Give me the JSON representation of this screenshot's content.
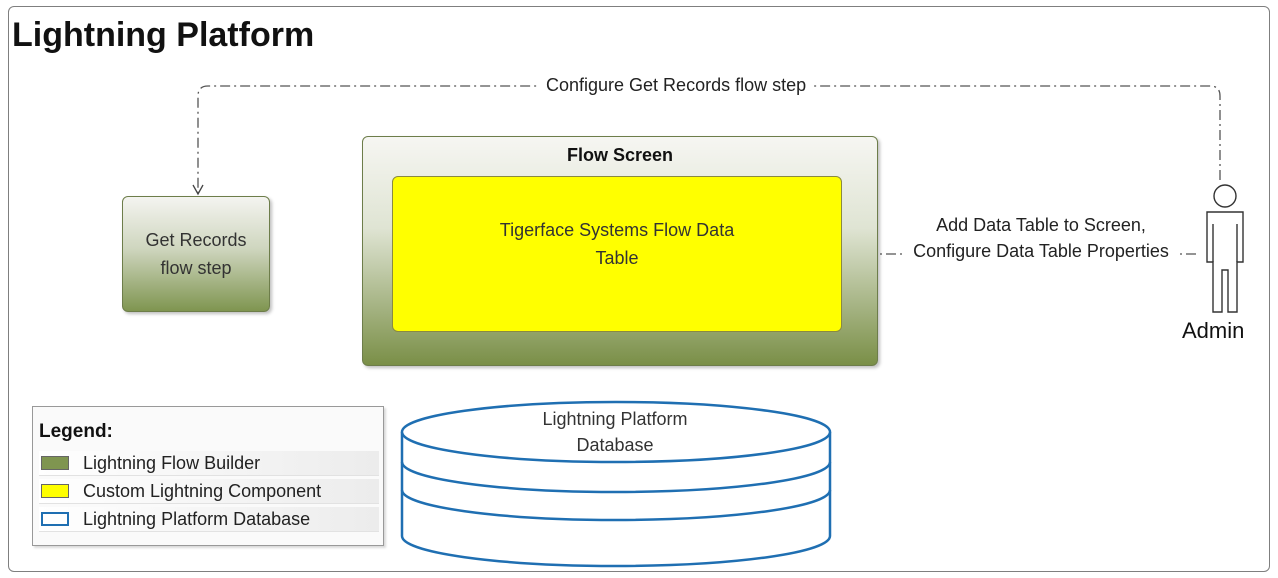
{
  "title": "Lightning Platform",
  "nodes": {
    "get_records": "Get Records flow step",
    "flow_screen": "Flow Screen",
    "data_table": "Tigerface Systems Flow Data Table",
    "database": "Lightning Platform Database",
    "admin": "Admin"
  },
  "edges": {
    "configure_get_records": "Configure Get Records flow step",
    "add_data_table": "Add Data Table to Screen, Configure Data Table Properties"
  },
  "legend": {
    "title": "Legend:",
    "items": [
      {
        "label": "Lightning Flow Builder",
        "color": "#7f9550"
      },
      {
        "label": "Custom Lightning Component",
        "color": "#ffff00"
      },
      {
        "label": "Lightning Platform Database",
        "color": "#1f6fb2"
      }
    ]
  }
}
